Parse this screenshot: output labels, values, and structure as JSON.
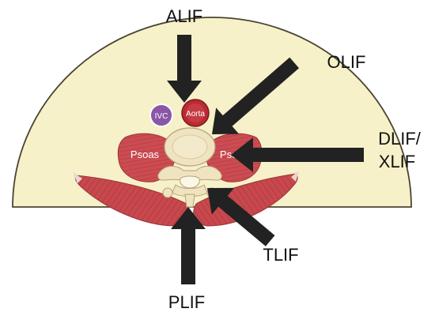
{
  "approaches": {
    "alif": "ALIF",
    "olif": "OLIF",
    "dlif_line1": "DLIF/",
    "dlif_line2": "XLIF",
    "tlif": "TLIF",
    "plif": "PLIF"
  },
  "anatomy": {
    "ivc": "IVC",
    "aorta": "Aorta",
    "psoas_left": "Psoas",
    "psoas_right": "Psoas"
  },
  "colors": {
    "body_fill": "#f6f1c8",
    "body_stroke": "#4a4533",
    "muscle": "#c8484e",
    "muscle_dark": "#a33338",
    "bone": "#efe3c0",
    "bone_stroke": "#b6a277",
    "ivc": "#8a56a6",
    "aorta": "#b92a32",
    "arrow": "#222222"
  }
}
